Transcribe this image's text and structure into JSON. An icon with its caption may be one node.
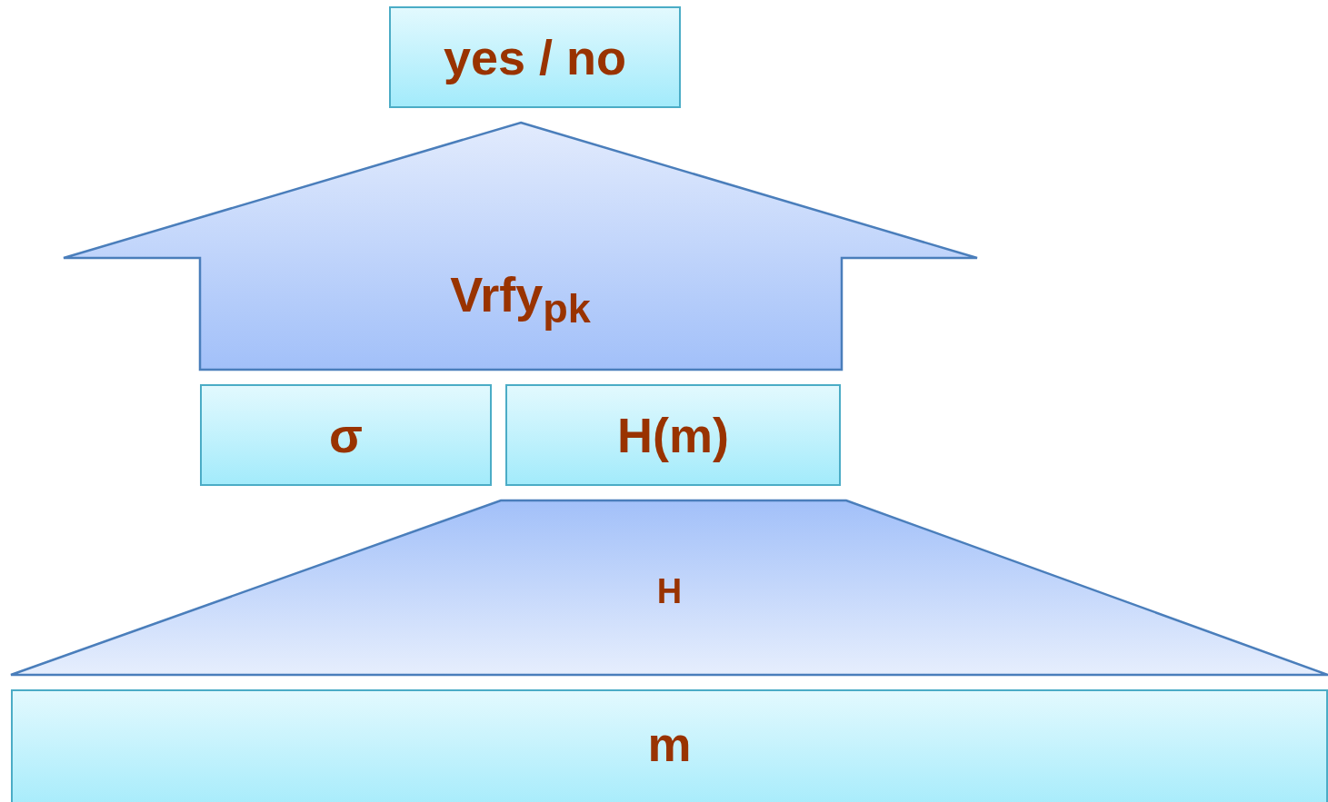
{
  "diagram": {
    "nodes": [
      {
        "text": [
          "yes / no"
        ]
      },
      {
        "text": [
          "Vrfy$_{pk}$"
        ]
      },
      {
        "text": [
          "σ"
        ]
      },
      {
        "text": [
          "H(m)"
        ]
      },
      {
        "text": [
          "H"
        ]
      },
      {
        "text": [
          "m"
        ]
      }
    ]
  }
}
